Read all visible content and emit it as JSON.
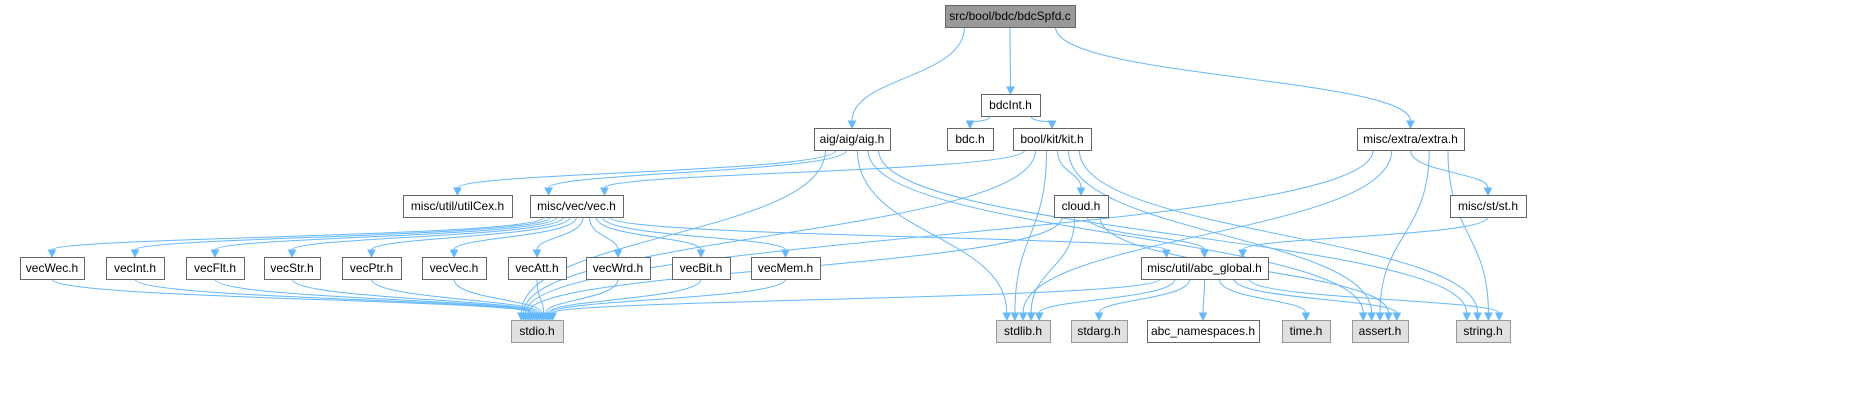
{
  "graph": {
    "title": "src/bool/bdc/bdcSpfd.c",
    "colors": {
      "root_fill": "#999999",
      "root_stroke": "#666666",
      "node_fill": "#ffffff",
      "node_stroke": "#666666",
      "system_fill": "#e0e0e0",
      "system_stroke": "#999999",
      "edge": "#63b8ff"
    },
    "nodes": [
      {
        "id": "root",
        "label": "src/bool/bdc/bdcSpfd.c",
        "kind": "root"
      },
      {
        "id": "bdcInt",
        "label": "bdcInt.h",
        "kind": "local"
      },
      {
        "id": "aig",
        "label": "aig/aig/aig.h",
        "kind": "local"
      },
      {
        "id": "bdc",
        "label": "bdc.h",
        "kind": "local"
      },
      {
        "id": "kit",
        "label": "bool/kit/kit.h",
        "kind": "local"
      },
      {
        "id": "extra",
        "label": "misc/extra/extra.h",
        "kind": "local"
      },
      {
        "id": "utilCex",
        "label": "misc/util/utilCex.h",
        "kind": "local"
      },
      {
        "id": "vec",
        "label": "misc/vec/vec.h",
        "kind": "local"
      },
      {
        "id": "cloud",
        "label": "cloud.h",
        "kind": "local"
      },
      {
        "id": "st",
        "label": "misc/st/st.h",
        "kind": "local"
      },
      {
        "id": "vecWec",
        "label": "vecWec.h",
        "kind": "local"
      },
      {
        "id": "vecInt",
        "label": "vecInt.h",
        "kind": "local"
      },
      {
        "id": "vecFlt",
        "label": "vecFlt.h",
        "kind": "local"
      },
      {
        "id": "vecStr",
        "label": "vecStr.h",
        "kind": "local"
      },
      {
        "id": "vecPtr",
        "label": "vecPtr.h",
        "kind": "local"
      },
      {
        "id": "vecVec",
        "label": "vecVec.h",
        "kind": "local"
      },
      {
        "id": "vecAtt",
        "label": "vecAtt.h",
        "kind": "local"
      },
      {
        "id": "vecWrd",
        "label": "vecWrd.h",
        "kind": "local"
      },
      {
        "id": "vecBit",
        "label": "vecBit.h",
        "kind": "local"
      },
      {
        "id": "vecMem",
        "label": "vecMem.h",
        "kind": "local"
      },
      {
        "id": "abc_global",
        "label": "misc/util/abc_global.h",
        "kind": "local"
      },
      {
        "id": "stdio",
        "label": "stdio.h",
        "kind": "system"
      },
      {
        "id": "stdlib",
        "label": "stdlib.h",
        "kind": "system"
      },
      {
        "id": "stdarg",
        "label": "stdarg.h",
        "kind": "system"
      },
      {
        "id": "abc_namespaces",
        "label": "abc_namespaces.h",
        "kind": "local"
      },
      {
        "id": "time",
        "label": "time.h",
        "kind": "system"
      },
      {
        "id": "assert",
        "label": "assert.h",
        "kind": "system"
      },
      {
        "id": "string",
        "label": "string.h",
        "kind": "system"
      }
    ],
    "edges": [
      [
        "root",
        "aig"
      ],
      [
        "root",
        "bdcInt"
      ],
      [
        "root",
        "extra"
      ],
      [
        "bdcInt",
        "bdc"
      ],
      [
        "bdcInt",
        "kit"
      ],
      [
        "aig",
        "stdio"
      ],
      [
        "aig",
        "utilCex"
      ],
      [
        "aig",
        "vec"
      ],
      [
        "aig",
        "stdlib"
      ],
      [
        "aig",
        "assert"
      ],
      [
        "aig",
        "string"
      ],
      [
        "kit",
        "vec"
      ],
      [
        "kit",
        "stdio"
      ],
      [
        "kit",
        "stdlib"
      ],
      [
        "kit",
        "cloud"
      ],
      [
        "kit",
        "assert"
      ],
      [
        "kit",
        "string"
      ],
      [
        "extra",
        "stdio"
      ],
      [
        "extra",
        "stdlib"
      ],
      [
        "extra",
        "st"
      ],
      [
        "extra",
        "assert"
      ],
      [
        "extra",
        "string"
      ],
      [
        "vec",
        "vecWec"
      ],
      [
        "vec",
        "vecInt"
      ],
      [
        "vec",
        "vecFlt"
      ],
      [
        "vec",
        "vecStr"
      ],
      [
        "vec",
        "vecPtr"
      ],
      [
        "vec",
        "vecVec"
      ],
      [
        "vec",
        "vecAtt"
      ],
      [
        "vec",
        "vecWrd"
      ],
      [
        "vec",
        "vecBit"
      ],
      [
        "vec",
        "vecMem"
      ],
      [
        "vec",
        "abc_global"
      ],
      [
        "cloud",
        "stdio"
      ],
      [
        "cloud",
        "stdlib"
      ],
      [
        "cloud",
        "abc_global"
      ],
      [
        "cloud",
        "assert"
      ],
      [
        "st",
        "abc_global"
      ],
      [
        "vecWec",
        "stdio"
      ],
      [
        "vecInt",
        "stdio"
      ],
      [
        "vecFlt",
        "stdio"
      ],
      [
        "vecStr",
        "stdio"
      ],
      [
        "vecPtr",
        "stdio"
      ],
      [
        "vecVec",
        "stdio"
      ],
      [
        "vecAtt",
        "stdio"
      ],
      [
        "vecWrd",
        "stdio"
      ],
      [
        "vecBit",
        "stdio"
      ],
      [
        "vecMem",
        "stdio"
      ],
      [
        "abc_global",
        "stdio"
      ],
      [
        "abc_global",
        "stdlib"
      ],
      [
        "abc_global",
        "stdarg"
      ],
      [
        "abc_global",
        "abc_namespaces"
      ],
      [
        "abc_global",
        "time"
      ],
      [
        "abc_global",
        "assert"
      ],
      [
        "abc_global",
        "string"
      ]
    ]
  }
}
